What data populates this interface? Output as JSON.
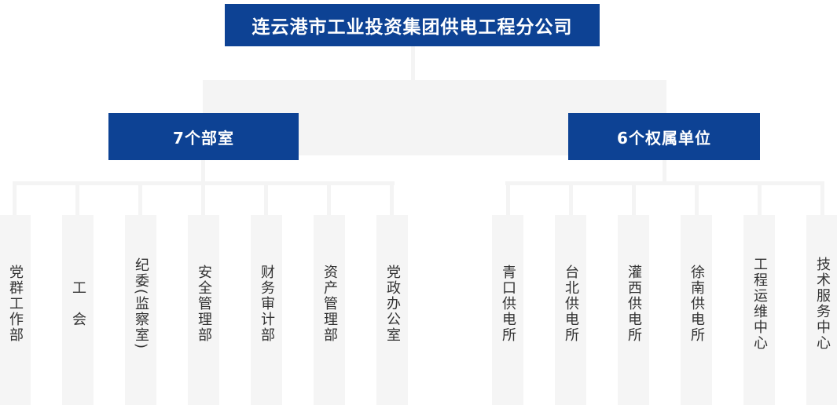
{
  "root": {
    "title": "连云港市工业投资集团供电工程分公司"
  },
  "groups": [
    {
      "label": "7个部室",
      "children": [
        "党群工作部",
        "工　会",
        "纪委(监察室)",
        "安全管理部",
        "财务审计部",
        "资产管理部",
        "党政办公室"
      ]
    },
    {
      "label": "6个权属单位",
      "children": [
        "青口供电所",
        "台北供电所",
        "灌西供电所",
        "徐南供电所",
        "工程运维中心",
        "技术服务中心"
      ]
    }
  ],
  "colors": {
    "primary_blue": "#0d4294",
    "connector_gray": "#f4f4f4",
    "leaf_background": "#f5f5f5",
    "leaf_text": "#333333"
  }
}
